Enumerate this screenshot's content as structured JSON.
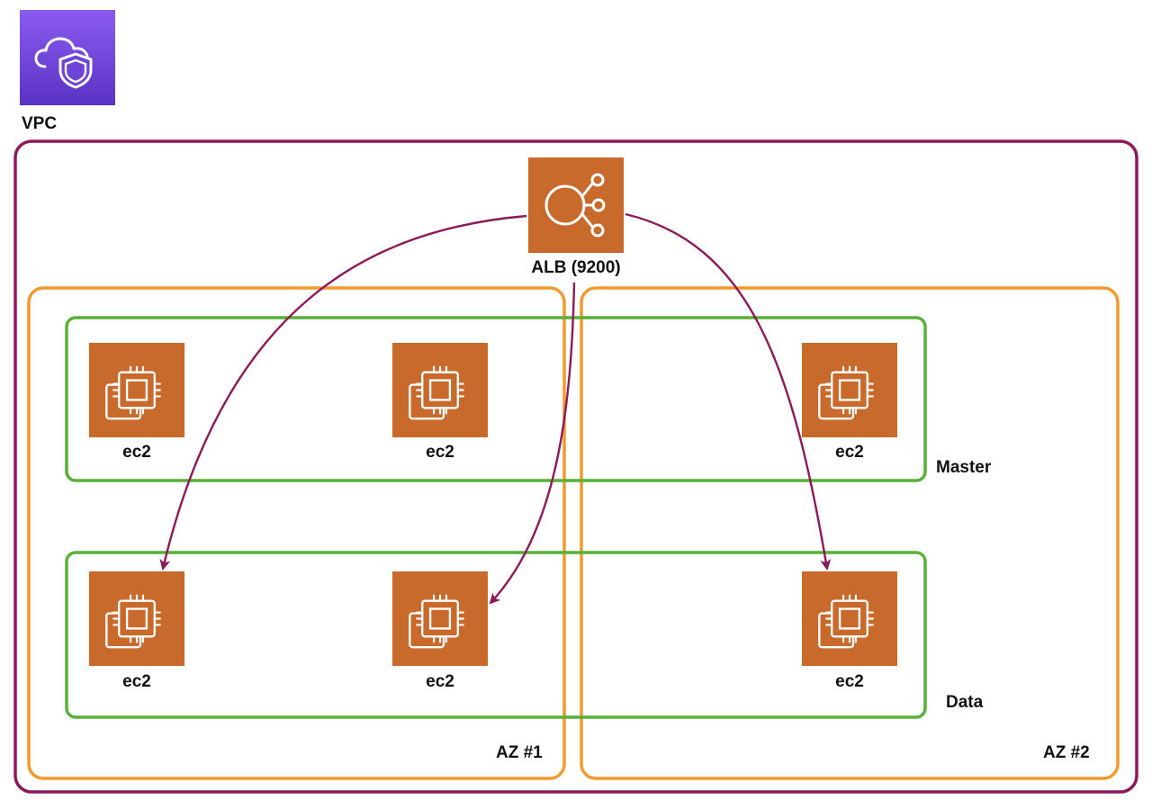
{
  "colors": {
    "vpc_border": "#8C1A5A",
    "az_border": "#F29A2E",
    "group_border": "#58B039",
    "arrow": "#8C1A5A",
    "ec2_icon_bg": "#C96A2D",
    "alb_icon_bg": "#C96A2D",
    "vpc_icon_bg_top": "#8A5CF0",
    "vpc_icon_bg_bottom": "#5A33C4"
  },
  "vpc": {
    "label": "VPC",
    "icon": "vpc-cloud-shield-icon"
  },
  "alb": {
    "label": "ALB (9200)",
    "icon": "load-balancer-icon"
  },
  "availability_zones": [
    {
      "label": "AZ #1"
    },
    {
      "label": "AZ #2"
    }
  ],
  "groups": [
    {
      "label": "Master"
    },
    {
      "label": "Data"
    }
  ],
  "instances": [
    {
      "label": "ec2",
      "icon": "ec2-instance-icon",
      "group": "Master",
      "az": "AZ #1"
    },
    {
      "label": "ec2",
      "icon": "ec2-instance-icon",
      "group": "Master",
      "az": "AZ #1"
    },
    {
      "label": "ec2",
      "icon": "ec2-instance-icon",
      "group": "Master",
      "az": "AZ #2"
    },
    {
      "label": "ec2",
      "icon": "ec2-instance-icon",
      "group": "Data",
      "az": "AZ #1"
    },
    {
      "label": "ec2",
      "icon": "ec2-instance-icon",
      "group": "Data",
      "az": "AZ #1"
    },
    {
      "label": "ec2",
      "icon": "ec2-instance-icon",
      "group": "Data",
      "az": "AZ #2"
    }
  ],
  "connections": [
    {
      "from": "ALB (9200)",
      "to": "Data ec2 AZ #1 (1)"
    },
    {
      "from": "ALB (9200)",
      "to": "Data ec2 AZ #1 (2)"
    },
    {
      "from": "ALB (9200)",
      "to": "Data ec2 AZ #2"
    }
  ]
}
